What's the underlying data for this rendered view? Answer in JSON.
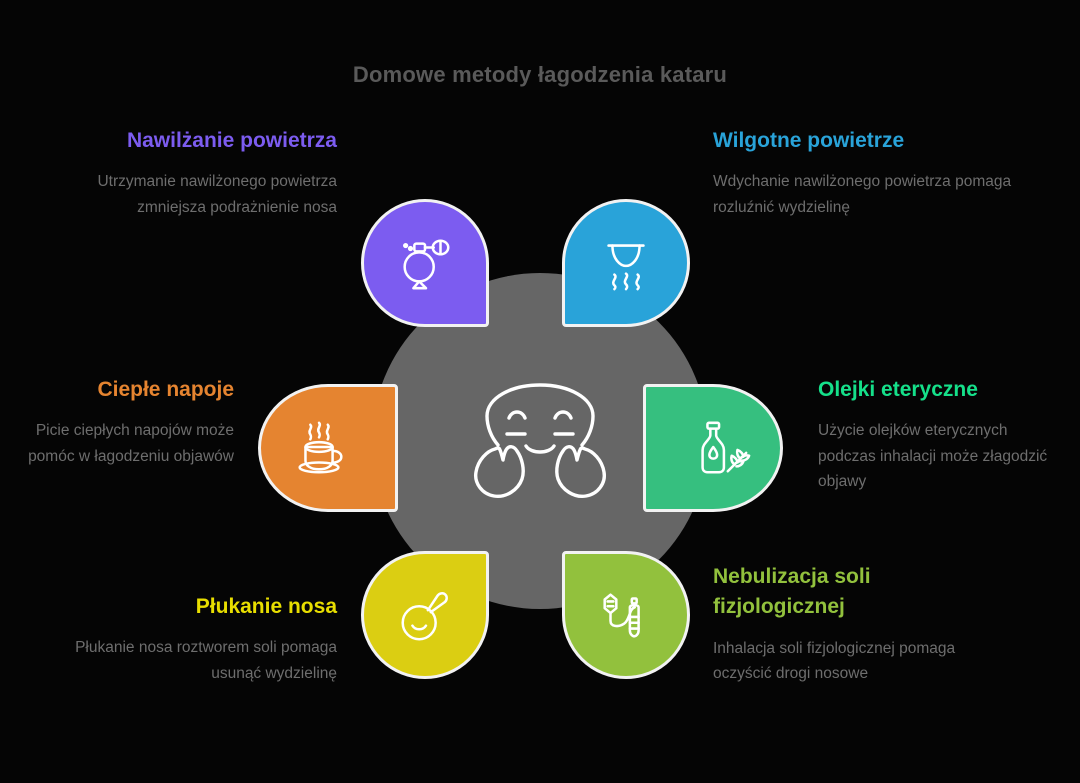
{
  "title": "Domowe metody łagodzenia kataru",
  "center": {
    "icon": "hugging-face-icon",
    "color": "#666666"
  },
  "colors": {
    "background": "#050505",
    "title": "#5a5a5a",
    "description": "#6e6e6e",
    "pin_outline": "#f2f2f2"
  },
  "methods": [
    {
      "id": "humidification",
      "heading": "Nawilżanie powietrza",
      "description": "Utrzymanie nawilżonego powietrza zmniejsza podrażnienie nosa",
      "color": "#7C5CF0",
      "icon": "atomizer-spray-bottle-icon",
      "position": "top-left"
    },
    {
      "id": "moist-air",
      "heading": "Wilgotne powietrze",
      "description": "Wdychanie nawilżonego powietrza pomaga rozluźnić wydzielinę",
      "color": "#29A3D9",
      "icon": "steaming-bowl-icon",
      "position": "top-right"
    },
    {
      "id": "warm-drinks",
      "heading": "Ciepłe napoje",
      "description": "Picie ciepłych napojów może pomóc w łagodzeniu objawów",
      "color": "#E58430",
      "icon": "hot-cup-icon",
      "position": "middle-left"
    },
    {
      "id": "essential-oils",
      "heading": "Olejki eteryczne",
      "description": "Użycie olejków eterycznych podczas inhalacji może złagodzić objawy",
      "color": "#36BF7F",
      "icon": "oil-bottle-herb-icon",
      "position": "middle-right"
    },
    {
      "id": "nasal-rinse",
      "heading": "Płukanie nosa",
      "description": "Płukanie nosa roztworem soli pomaga usunąć wydzielinę",
      "color": "#DBCE12",
      "icon": "nasal-rinse-bulb-icon",
      "position": "bottom-left"
    },
    {
      "id": "saline-nebulization",
      "heading": "Nebulizacja soli fizjologicznej",
      "description": "Inhalacja soli fizjologicznej pomaga oczyścić drogi nosowe",
      "color": "#92C13D",
      "icon": "nebulizer-icon",
      "position": "bottom-right"
    }
  ]
}
